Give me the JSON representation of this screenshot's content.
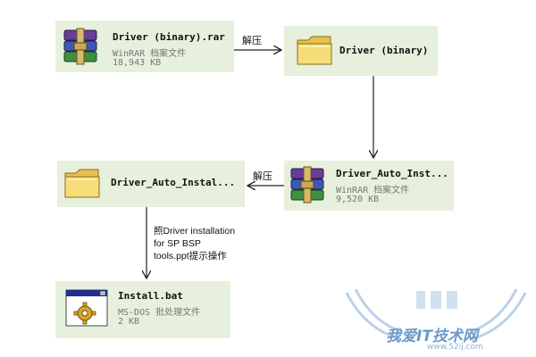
{
  "files": {
    "rar1": {
      "name": "Driver (binary).rar",
      "type": "WinRAR 档案文件",
      "size": "18,943 KB",
      "icon": "winrar-archive-icon"
    },
    "folder1": {
      "name": "Driver (binary)",
      "icon": "folder-icon"
    },
    "rar2": {
      "name": "Driver_Auto_Inst...",
      "type": "WinRAR 档案文件",
      "size": "9,520 KB",
      "icon": "winrar-archive-icon"
    },
    "folder2": {
      "name": "Driver_Auto_Instal...",
      "icon": "folder-icon"
    },
    "bat": {
      "name": "Install.bat",
      "type": "MS-DOS 批处理文件",
      "size": "2 KB",
      "icon": "batch-file-gear-icon"
    }
  },
  "arrows": {
    "extract1": "解压",
    "extract2": "解压",
    "instruction": [
      "照Driver installation",
      "for SP BSP",
      "tools.ppt提示操作"
    ]
  },
  "watermark": {
    "text": "我爱IT技术网",
    "url": "www.52ij.com"
  },
  "colors": {
    "tile_bg": "#e6f0dc",
    "folder": "#f2d76b",
    "winrar_purple": "#6a3d9a",
    "winrar_green": "#3f8f3f",
    "watermark": "#6a9ac8"
  }
}
